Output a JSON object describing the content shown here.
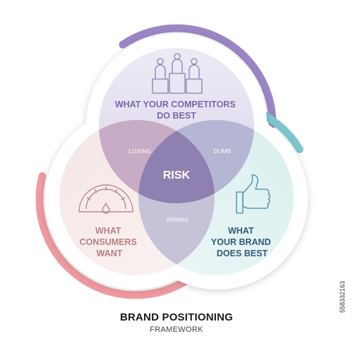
{
  "diagram": {
    "circles": [
      {
        "id": "competitors",
        "label_lines": [
          "WHAT YOUR COMPETITORS",
          "DO BEST"
        ],
        "icon": "people-on-podium-icon",
        "color": "#7868a8",
        "ring_color": "#9a86c4",
        "fill": "#e7e2f0"
      },
      {
        "id": "consumers",
        "label_lines": [
          "WHAT",
          "CONSUMERS",
          "WANT"
        ],
        "icon": "gauge-icon",
        "color": "#b88080",
        "ring_color": "#ef9aa0",
        "fill": "#f6e4e4"
      },
      {
        "id": "brand",
        "label_lines": [
          "WHAT",
          "YOUR BRAND",
          "DOES BEST"
        ],
        "icon": "thumbs-up-icon",
        "color": "#2f5c78",
        "ring_color": "#7cc7cf",
        "fill": "#dff1f1"
      }
    ],
    "overlaps": {
      "competitors_consumers": "LOSING",
      "competitors_brand": "DUMB",
      "consumers_brand": "WINING",
      "center": "RISK"
    }
  },
  "caption": {
    "title": "BRAND POSITIONING",
    "subtitle": "FRAMEWORK"
  },
  "stock_id": "558332163"
}
